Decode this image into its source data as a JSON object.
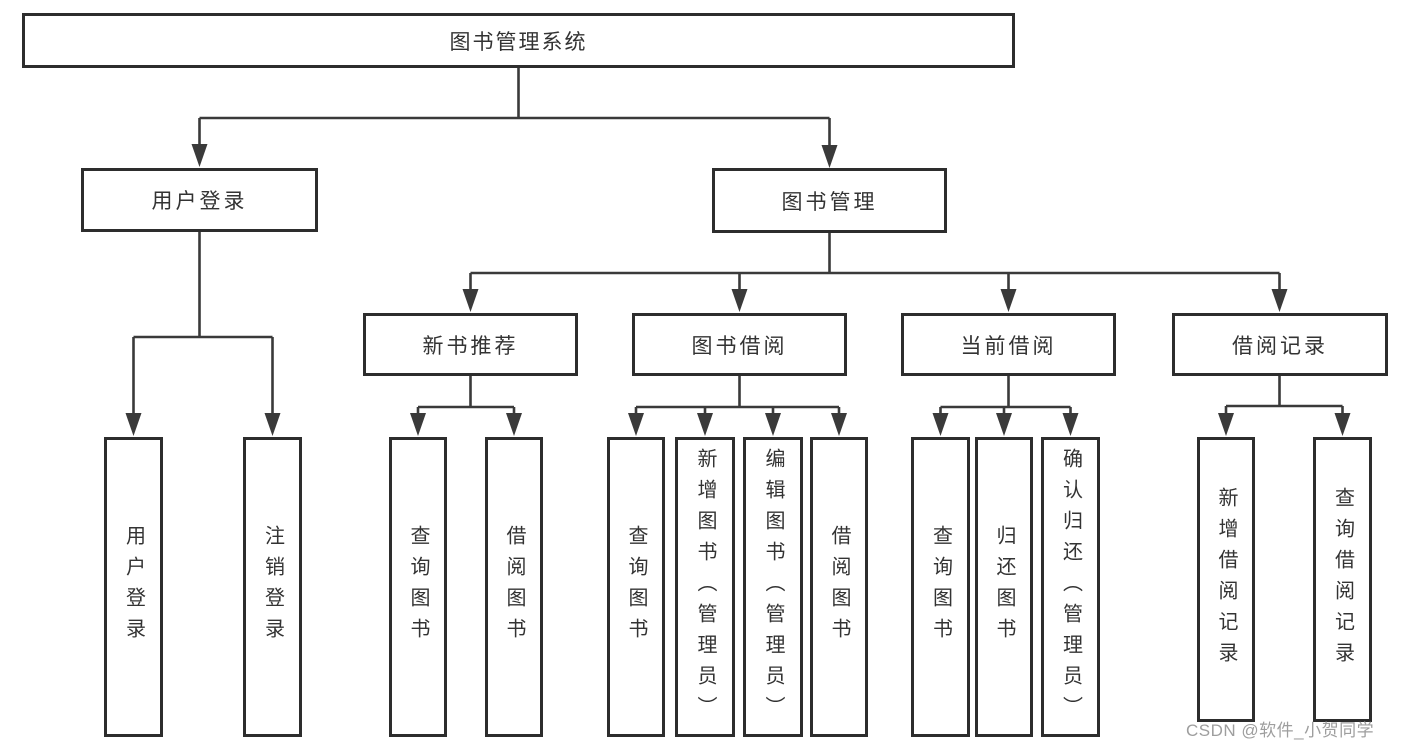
{
  "page": {
    "background": "#ffffff",
    "watermark": "CSDN @软件_小贺同学"
  },
  "colors": {
    "line": "#3a3a3a",
    "box_border": "#2d2d2d",
    "text": "#333333",
    "watermark_text": "#9e9e9e"
  },
  "tree": {
    "root": {
      "label": "图书管理系统"
    },
    "branches": [
      {
        "label": "用户登录",
        "children": [
          {
            "label": "用户登录"
          },
          {
            "label": "注销登录"
          }
        ]
      },
      {
        "label": "图书管理",
        "children": [
          {
            "label": "新书推荐",
            "children": [
              {
                "label": "查询图书"
              },
              {
                "label": "借阅图书"
              }
            ]
          },
          {
            "label": "图书借阅",
            "children": [
              {
                "label": "查询图书"
              },
              {
                "label": "新增图书（管理员）"
              },
              {
                "label": "编辑图书（管理员）"
              },
              {
                "label": "借阅图书"
              }
            ]
          },
          {
            "label": "当前借阅",
            "children": [
              {
                "label": "查询图书"
              },
              {
                "label": "归还图书"
              },
              {
                "label": "确认归还（管理员）"
              }
            ]
          },
          {
            "label": "借阅记录",
            "children": [
              {
                "label": "新增借阅记录"
              },
              {
                "label": "查询借阅记录"
              }
            ]
          }
        ]
      }
    ]
  }
}
